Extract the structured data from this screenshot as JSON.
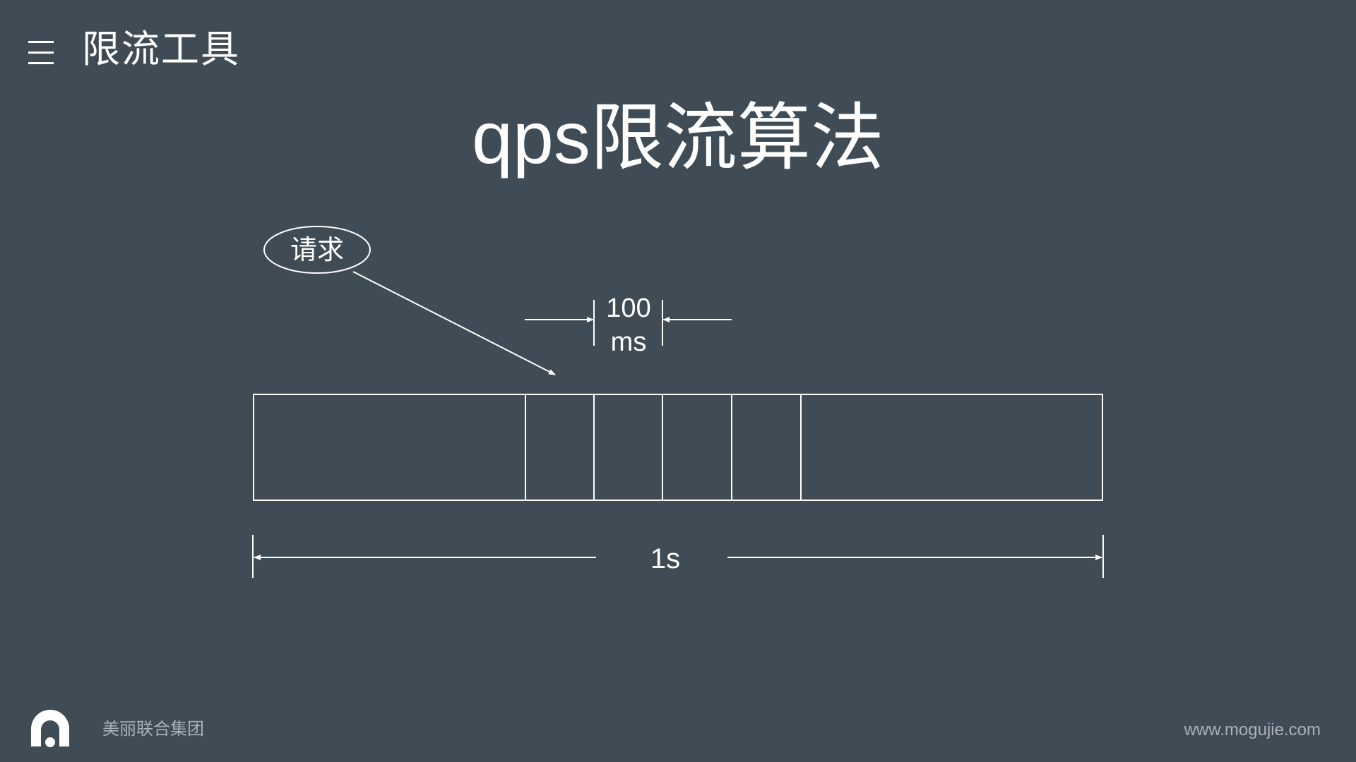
{
  "header": {
    "section_title": "限流工具",
    "menu_icon": "hamburger-menu-icon"
  },
  "slide": {
    "title": "qps限流算法"
  },
  "diagram": {
    "request_label": "请求",
    "window_label_line1": "100",
    "window_label_line2": "ms",
    "total_label": "1s",
    "segments": 6
  },
  "footer": {
    "company": "美丽联合集团",
    "url": "www.mogujie.com",
    "logo_icon": "mogujie-logo-icon"
  },
  "colors": {
    "background": "#3f4c56",
    "foreground": "#ffffff",
    "footer_text": "#a9b1b8"
  }
}
